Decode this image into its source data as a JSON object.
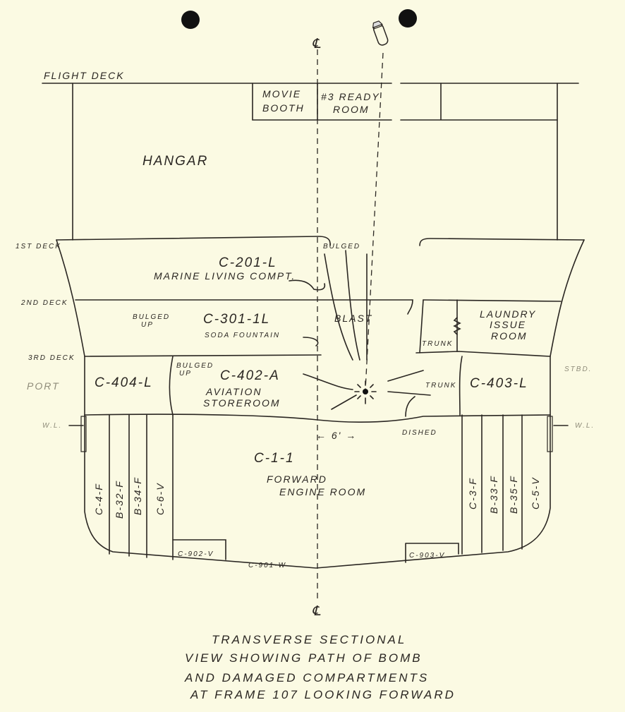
{
  "title_lines": [
    "TRANSVERSE SECTIONAL",
    "VIEW SHOWING PATH OF BOMB",
    "AND DAMAGED COMPARTMENTS",
    "AT FRAME 107 LOOKING FORWARD"
  ],
  "centerline_symbol": "℄",
  "decks": {
    "flight": "FLIGHT DECK",
    "first": "1ST DECK",
    "second": "2ND DECK",
    "third": "3RD DECK"
  },
  "sides": {
    "port": "PORT",
    "stbd": "STBD.",
    "waterline": "W.L."
  },
  "compartments": {
    "movie_booth": [
      "MOVIE",
      "BOOTH"
    ],
    "ready_room": [
      "#3 READY",
      "ROOM"
    ],
    "hangar": "HANGAR",
    "c201": "C-201-L",
    "c201_name": "MARINE LIVING COMPT.",
    "c301": "C-301-1L",
    "c301_name": "SODA FOUNTAIN",
    "laundry": [
      "LAUNDRY",
      "ISSUE",
      "ROOM"
    ],
    "trunk_upper": "TRUNK",
    "trunk_lower": "TRUNK",
    "c404": "C-404-L",
    "c402": "C-402-A",
    "c402_name": [
      "AVIATION",
      "STOREROOM"
    ],
    "c403": "C-403-L",
    "c11": "C-1-1",
    "c11_name": [
      "FORWARD",
      "ENGINE ROOM"
    ],
    "left_tanks": [
      "C-4-F",
      "B-32-F",
      "B-34-F",
      "C-6-V"
    ],
    "right_tanks": [
      "C-3-F",
      "B-33-F",
      "B-35-F",
      "C-5-V"
    ],
    "c902": "C-902-V",
    "c901": "C-901-W",
    "c903": "C-903-V"
  },
  "annotations": {
    "bulged_top": "BULGED",
    "bulged_up_1": [
      "BULGED",
      "UP"
    ],
    "bulged_up_2": [
      "BULGED",
      "UP"
    ],
    "blast": "BLAST",
    "dished": "DISHED",
    "distance": "← 6' →"
  }
}
